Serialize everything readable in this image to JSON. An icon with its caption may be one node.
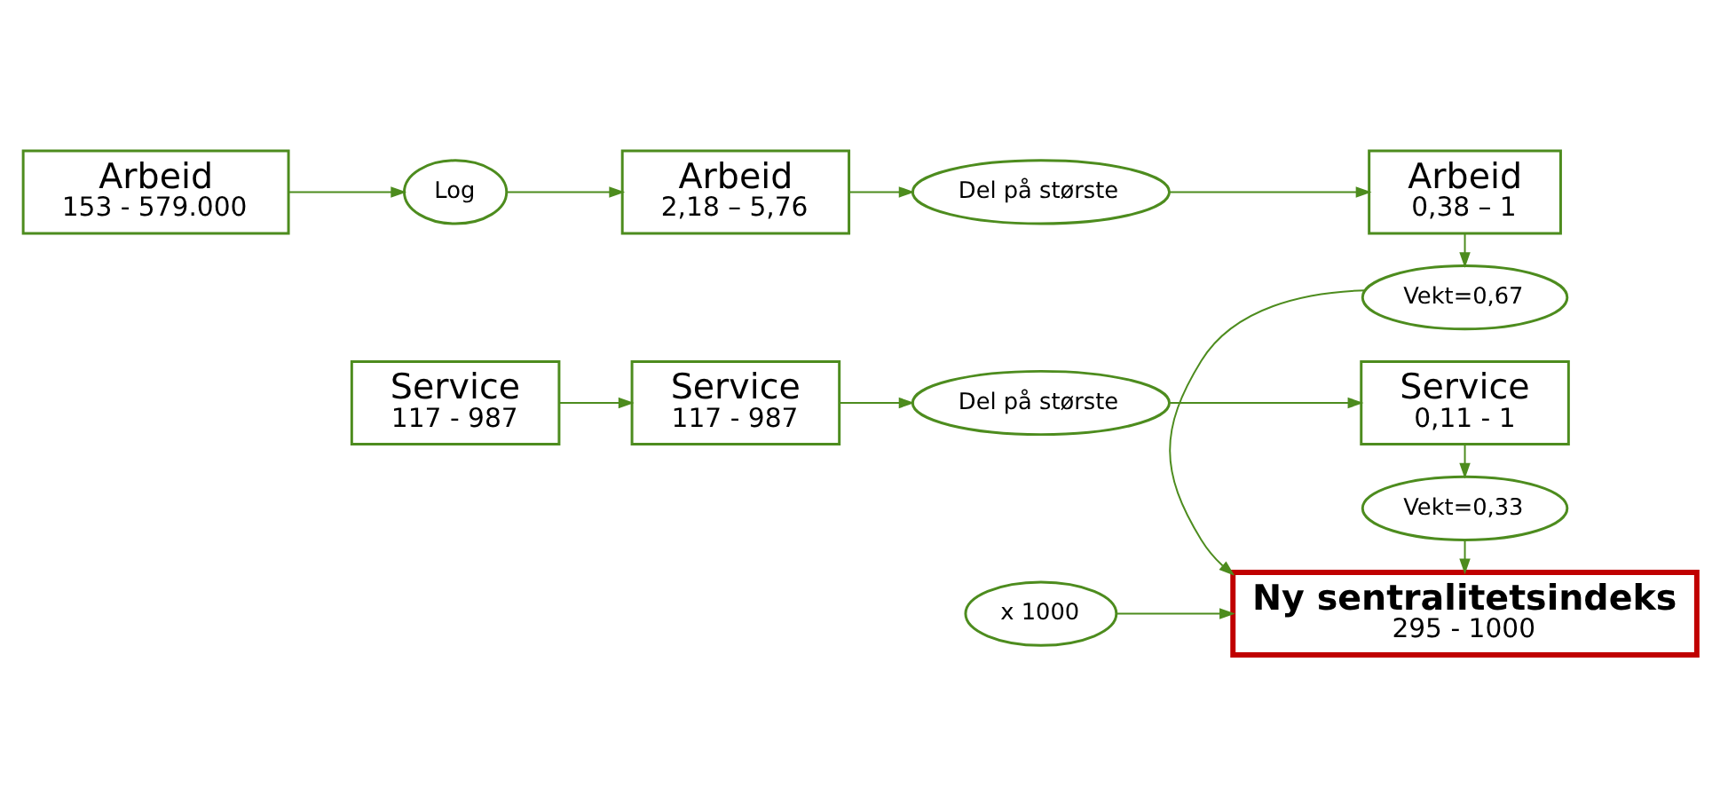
{
  "diagram": {
    "nodes": [
      {
        "text": [
          "Arbeid",
          "153 - 579.000"
        ]
      },
      {
        "text": [
          "Log"
        ]
      },
      {
        "text": [
          "Arbeid",
          "2,18 – 5,76"
        ]
      },
      {
        "text": [
          "Del på største"
        ]
      },
      {
        "text": [
          "Arbeid",
          "0,38 – 1"
        ]
      },
      {
        "text": [
          "Vekt=0,67"
        ]
      },
      {
        "text": [
          "x 1000"
        ]
      },
      {
        "text": [
          "Ny sentralitetsindeks",
          "295 - 1000"
        ]
      },
      {
        "text": [
          "Vekt=0,33"
        ]
      },
      {
        "text": [
          "Service",
          "117 - 987"
        ]
      },
      {
        "text": [
          "Service",
          "117 - 987"
        ]
      },
      {
        "text": [
          "Del på største"
        ]
      },
      {
        "text": [
          "Service",
          "0,11 - 1"
        ]
      }
    ],
    "edges": [
      {
        "from": 0,
        "to": 1,
        "arrow": "to"
      },
      {
        "from": 1,
        "to": 2,
        "arrow": "to"
      },
      {
        "from": 2,
        "to": 3,
        "arrow": "to"
      },
      {
        "from": 3,
        "to": 4,
        "arrow": "to"
      },
      {
        "from": 4,
        "to": 5,
        "arrow": "to"
      },
      {
        "from": 5,
        "to": 7,
        "arrow": "to"
      },
      {
        "from": 6,
        "to": 7,
        "arrow": "to"
      },
      {
        "from": 9,
        "to": 10,
        "arrow": "to"
      },
      {
        "from": 10,
        "to": 11,
        "arrow": "to"
      },
      {
        "from": 11,
        "to": 12,
        "arrow": "to"
      },
      {
        "from": 12,
        "to": 8,
        "arrow": "to"
      },
      {
        "from": 8,
        "to": 7,
        "arrow": "to"
      }
    ]
  }
}
